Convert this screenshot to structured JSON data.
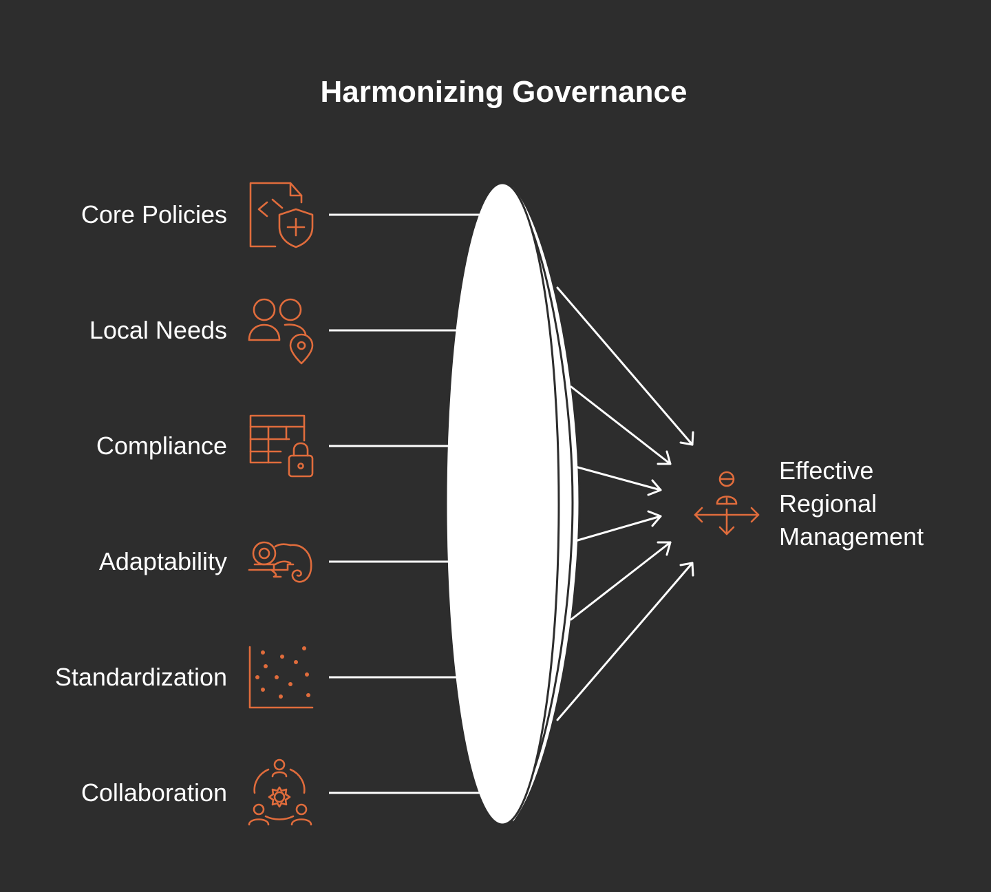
{
  "title": "Harmonizing Governance",
  "inputs": [
    {
      "label": "Core Policies",
      "icon": "document-shield-icon"
    },
    {
      "label": "Local Needs",
      "icon": "users-location-icon"
    },
    {
      "label": "Compliance",
      "icon": "table-lock-icon"
    },
    {
      "label": "Adaptability",
      "icon": "chameleon-icon"
    },
    {
      "label": "Standardization",
      "icon": "scatter-plot-icon"
    },
    {
      "label": "Collaboration",
      "icon": "team-gear-icon"
    }
  ],
  "output": {
    "lines": [
      "Effective",
      "Regional",
      "Management"
    ],
    "icon": "person-arrows-icon"
  },
  "colors": {
    "background": "#2d2d2d",
    "accent": "#e06c3c",
    "foreground": "#ffffff"
  }
}
